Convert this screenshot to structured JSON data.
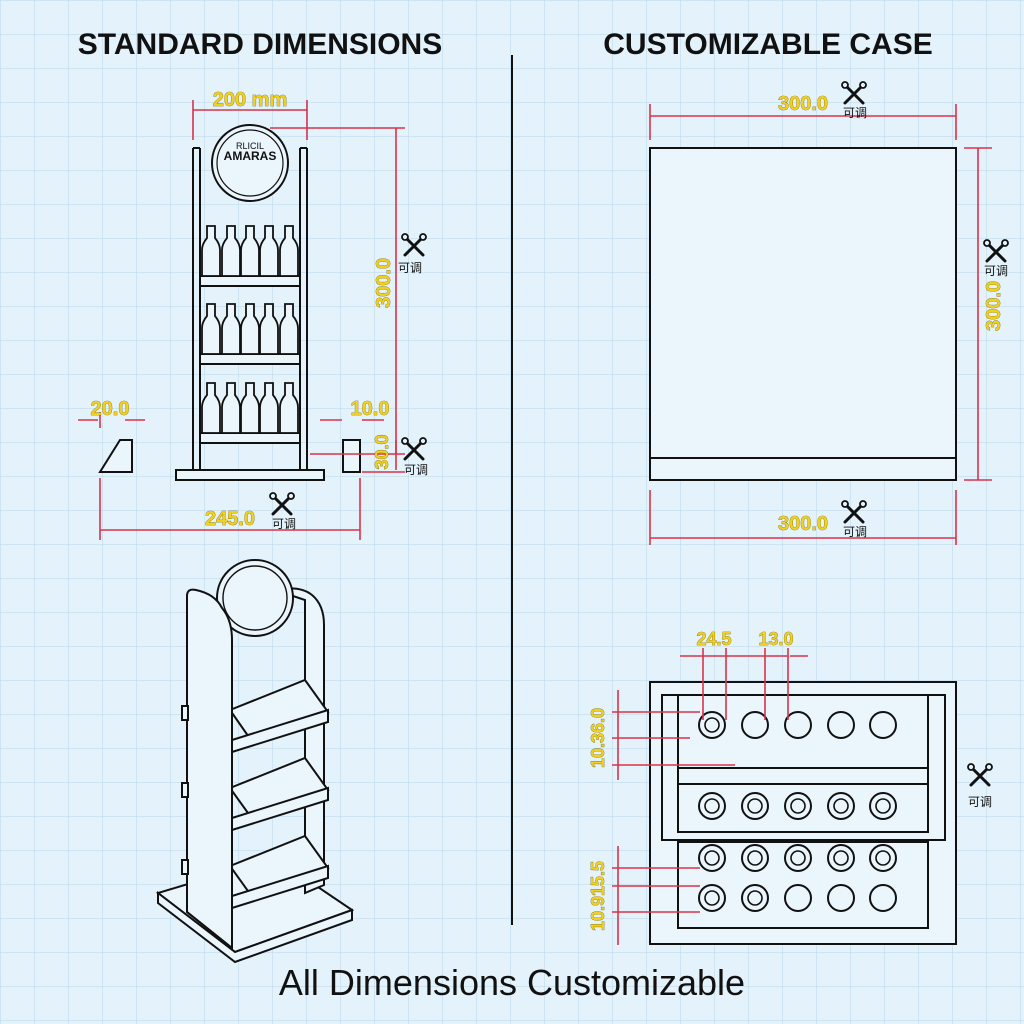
{
  "titles": {
    "left": "STANDARD DIMENSIONS",
    "right": "CUSTOMIZABLE CASE"
  },
  "footer": "All Dimensions Customizable",
  "logo": {
    "small": "RLICIL",
    "brand": "AMARAS"
  },
  "adjust_label": "可调",
  "icons": {
    "adjust": "wrench-screwdriver-icon"
  },
  "colors": {
    "background": "#e3f2fb",
    "grid": "#b9d7ea",
    "dimension_line": "#d9334b",
    "dimension_text": "#f1d020",
    "ink": "#111111"
  },
  "standard": {
    "width_top": "200 mm",
    "height": "300.0",
    "foot_left": "20.0",
    "foot_right": "10.0",
    "base_height": "30.0",
    "overall_width": "245.0"
  },
  "custom": {
    "width_top": "300.0",
    "height": "300.0",
    "width_bottom": "300.0",
    "hole_spacing_a": "24.5",
    "hole_spacing_b": "13.0",
    "vertical_top": "10.36.0",
    "vertical_bottom": "10.915.5"
  }
}
